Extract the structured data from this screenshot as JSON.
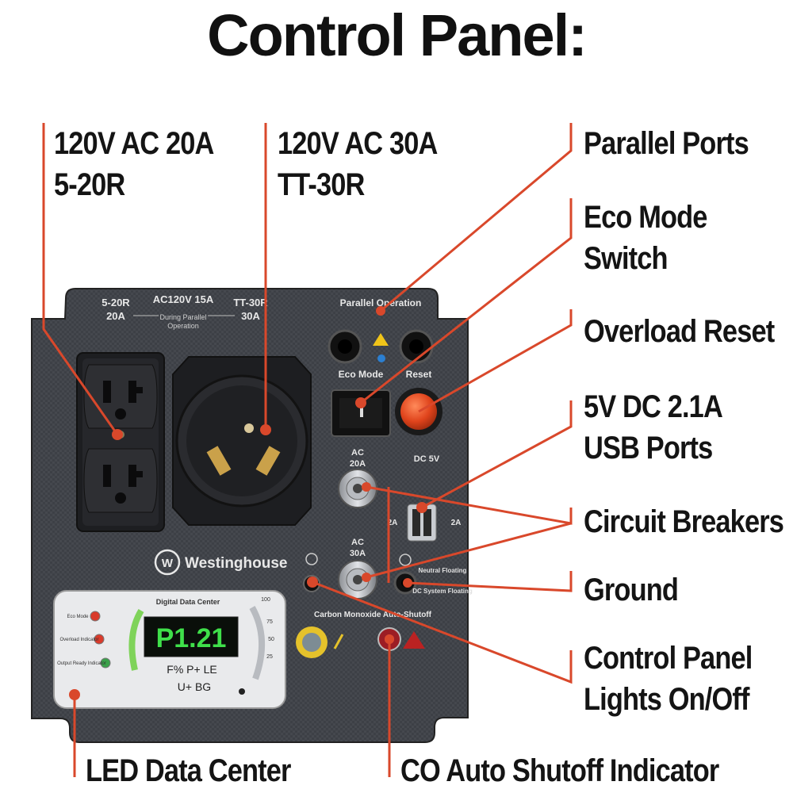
{
  "title": "Control Panel:",
  "callouts": {
    "outlet_20a": [
      "120V AC 20A",
      "5-20R"
    ],
    "outlet_30a": [
      "120V AC 30A",
      "TT-30R"
    ],
    "parallel_ports": [
      "Parallel Ports"
    ],
    "eco_mode": [
      "Eco Mode",
      "Switch"
    ],
    "overload_reset": [
      "Overload Reset"
    ],
    "usb_ports": [
      "5V DC 2.1A",
      "USB Ports"
    ],
    "circuit_breakers": [
      "Circuit Breakers"
    ],
    "ground": [
      "Ground"
    ],
    "panel_lights": [
      "Control Panel",
      "Lights On/Off"
    ],
    "led_data_center": [
      "LED Data Center"
    ],
    "co_indicator": [
      "CO Auto Shutoff Indicator"
    ]
  },
  "panel": {
    "outlet_left_top": "5-20R",
    "outlet_left_bottom": "20A",
    "ac_rating": "AC120V 15A",
    "parallel_note_1": "During Parallel",
    "parallel_note_2": "Operation",
    "outlet_right_top": "TT-30R",
    "outlet_right_bottom": "30A",
    "parallel_operation": "Parallel Operation",
    "eco_mode": "Eco Mode",
    "reset": "Reset",
    "dc_5v": "DC 5V",
    "breaker1_top": "AC",
    "breaker1_bottom": "20A",
    "breaker2_top": "AC",
    "breaker2_bottom": "30A",
    "usb_left": "2A",
    "usb_right": "2A",
    "brand": "Westinghouse",
    "neutral": "Neutral Floating",
    "dc_system": "DC System Floating",
    "digital_data_center": "Digital Data Center",
    "co_label": "Carbon Monoxide Auto-Shutoff",
    "display_value": "P1.21",
    "led_row1": "Eco Mode",
    "led_row2": "Overload Indicator",
    "led_row3": "Output Ready Indicator",
    "scale_top": "100",
    "scale_75": "75",
    "scale_50": "50",
    "scale_25": "25",
    "bottom_icons": "F% P+ LE",
    "bottom_icons2": "U+ BG"
  },
  "colors": {
    "accent": "#d9482b",
    "panel": "#3a3d42",
    "text": "#141414"
  }
}
